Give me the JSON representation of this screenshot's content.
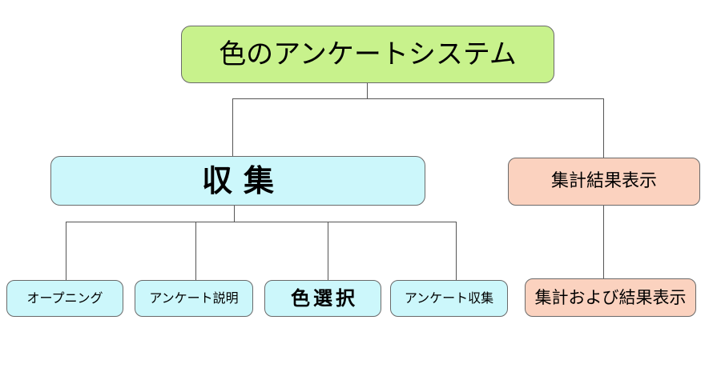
{
  "diagram": {
    "root": {
      "label": "色のアンケートシステム"
    },
    "collect": {
      "label": "収集"
    },
    "summary": {
      "label": "集計結果表示"
    },
    "collect_children": [
      {
        "label": "オープニング"
      },
      {
        "label": "アンケート説明"
      },
      {
        "label": "色選択"
      },
      {
        "label": "アンケート収集"
      }
    ],
    "summary_children": [
      {
        "label": "集計および結果表示"
      }
    ]
  },
  "colors": {
    "root_fill": "#c8f28c",
    "collect_fill": "#ccf7fb",
    "summary_fill": "#fbd2bf",
    "leaf_collect_fill": "#ccf7fb",
    "leaf_summary_fill": "#fbd2bf",
    "line": "#555555",
    "border": "#6a6a6a"
  }
}
